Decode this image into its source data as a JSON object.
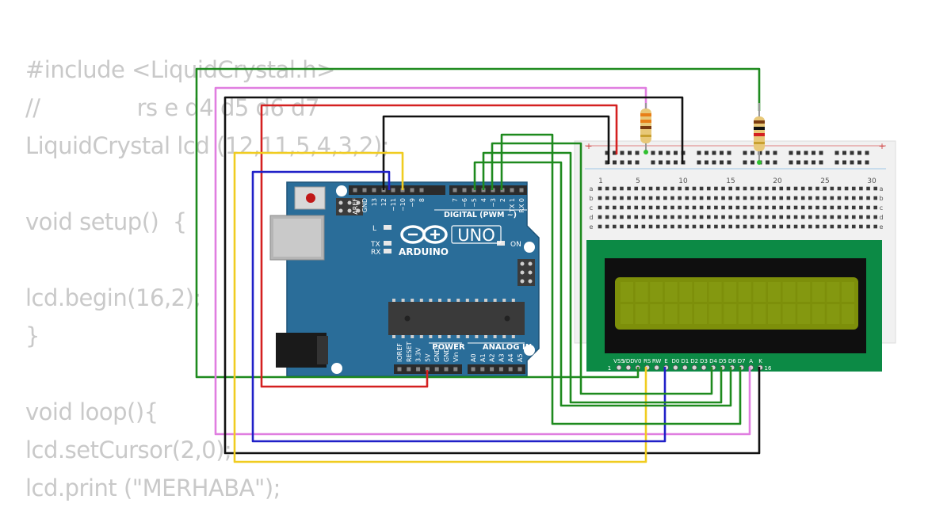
{
  "code_lines": [
    "#include <LiquidCrystal.h>",
    "//              rs e d4 d5 d6 d7",
    "LiquidCrystal lcd (12,11,5,4,3,2);",
    "",
    "void setup()  {",
    "",
    "lcd.begin(16,2);",
    "}",
    "",
    "void loop(){",
    "lcd.setCursor(2,0);",
    "lcd.print (\"MERHABA\");"
  ],
  "arduino": {
    "logo_text": "ARDUINO",
    "model": "UNO",
    "digital_label": "DIGITAL (PWM ~)",
    "power_label": "POWER",
    "analog_label": "ANALOG IN",
    "on_label": "ON",
    "l_label": "L",
    "tx_label": "TX",
    "rx_label": "RX",
    "header_top_left": [
      "AREF",
      "GND",
      "13",
      "12",
      "~11",
      "~10",
      "~9",
      "8"
    ],
    "header_top_right": [
      "7",
      "~6",
      "~5",
      "4",
      "~3",
      "2",
      "TX 1",
      "RX 0"
    ],
    "header_bottom_power": [
      "IOREF",
      "RESET",
      "3.3V",
      "5V",
      "GND",
      "GND",
      "Vin"
    ],
    "header_bottom_analog": [
      "A0",
      "A1",
      "A2",
      "A3",
      "A4",
      "A5"
    ]
  },
  "breadboard": {
    "column_numbers": [
      "1",
      "5",
      "10",
      "15",
      "20",
      "25",
      "30"
    ],
    "row_letters": [
      "a",
      "b",
      "c",
      "d",
      "e"
    ],
    "plus_sign": "+"
  },
  "lcd": {
    "pin_labels": [
      "VSS",
      "VDD",
      "V0",
      "RS",
      "RW",
      "E",
      "D0",
      "D1",
      "D2",
      "D3",
      "D4",
      "D5",
      "D6",
      "D7",
      "A",
      "K"
    ],
    "pin_first": "1",
    "pin_last": "16"
  },
  "colors": {
    "wire_green": "#1e8a1e",
    "wire_pink": "#e07ee0",
    "wire_black": "#111111",
    "wire_red": "#d42020",
    "wire_yellow": "#f0cc20",
    "wire_blue": "#2020c8",
    "arduino_blue": "#2a6d99",
    "lcd_pcb": "#0c8a45",
    "lcd_screen": "#7d8f0a",
    "breadboard": "#f1f1f1"
  }
}
